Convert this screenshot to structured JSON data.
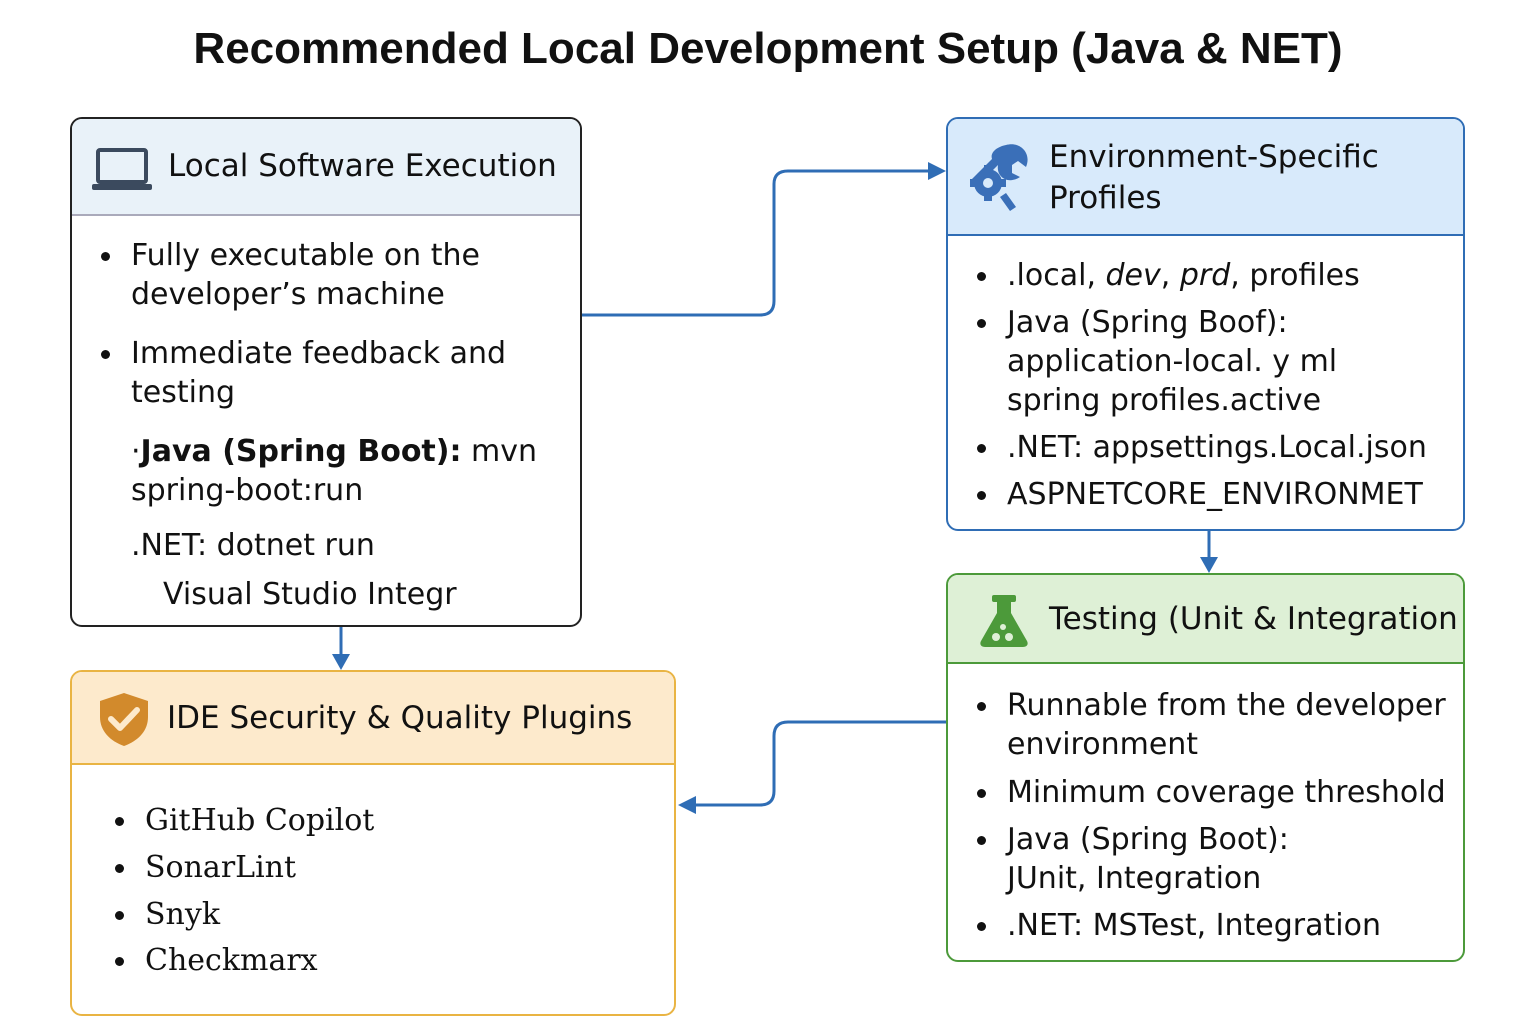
{
  "title": "Recommended Local Development Setup (Java & NET)",
  "icons": {
    "exec": "laptop-icon",
    "env": "wrench-gear-icon",
    "test": "flask-icon",
    "ide": "shield-check-icon"
  },
  "colors": {
    "arrow": "#2f6db5",
    "exec_border": "#222222",
    "env_border": "#2f6db5",
    "test_border": "#4c9a3a",
    "ide_border": "#e9b443",
    "icon_laptop": "#3b4a5e",
    "icon_wrench": "#3a6fb8",
    "icon_flask": "#4c9a3a",
    "icon_shield": "#d28a2c"
  },
  "exec": {
    "title": "Local Software Execution",
    "items": [
      {
        "line1": "Fully executable on the",
        "line2": "developer’s machine"
      },
      {
        "line1": "Immediate feedback and",
        "line2": "testing"
      }
    ],
    "java_prefix": "·",
    "java_bold": "Java (Spring Boot):",
    "java_rest": " mvn",
    "java_line2": "spring-boot:run",
    "net_line": ".NET: dotnet run",
    "vs_line": "Visual Studio Integr"
  },
  "env": {
    "title_line1": "Environment-Specific",
    "title_line2": "Profiles",
    "item1_a": ".local, ",
    "item1_b": "dev",
    "item1_c": ", ",
    "item1_d": "prd",
    "item1_e": ", profiles",
    "item2_line1": "Java (Spring Boof):",
    "item2_line2": "application-local. y ml",
    "item2_line3": "spring profiles.active",
    "item3": ".NET: appsettings.Local.json",
    "item4": "ASPNETCORE_ENVIRONMET"
  },
  "test": {
    "title": "Testing (Unit & Integration",
    "item1_line1": "Runnable from the developer",
    "item1_line2": "environment",
    "item2": "Minimum coverage threshold",
    "item3_line1": "Java (Spring Boot):",
    "item3_line2": "JUnit, Integration",
    "item4": ".NET: MSTest, Integration"
  },
  "ide": {
    "title": "IDE Security & Quality Plugins",
    "items": [
      "GitHub Copilot",
      "SonarLint",
      "Snyk",
      "Checkmarx"
    ]
  }
}
